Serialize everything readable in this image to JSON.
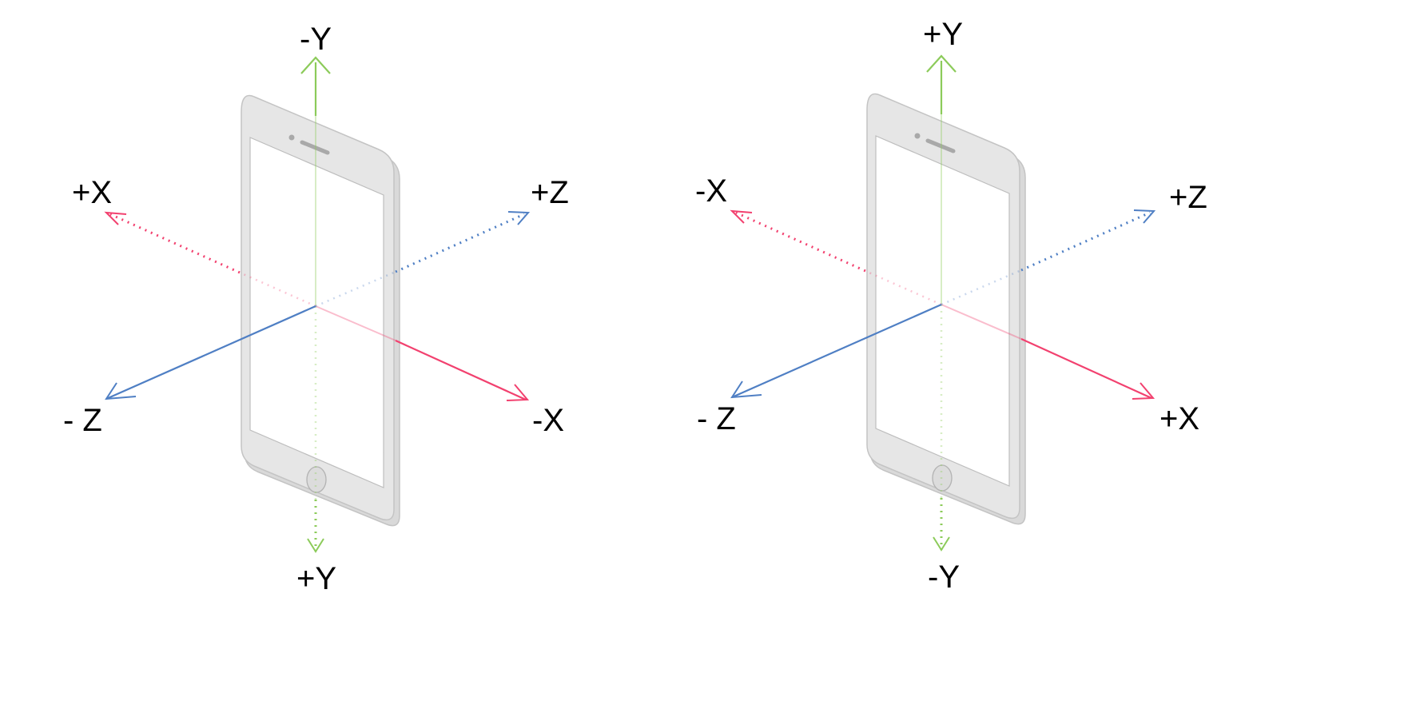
{
  "colors": {
    "x_axis": "#f2416f",
    "y_axis": "#8ccb5a",
    "z_axis": "#4f7fc4",
    "phone_body": "#e4e4e4",
    "phone_outline": "#c4c4c4",
    "phone_screen": "#ffffff",
    "text": "#000000"
  },
  "diagrams": [
    {
      "labels": {
        "top_y": "-Y",
        "bottom_y": "+Y",
        "upper_left_x": "+X",
        "lower_right_x": "-X",
        "upper_right_z": "+Z",
        "lower_left_z": "- Z"
      }
    },
    {
      "labels": {
        "top_y": "+Y",
        "bottom_y": "-Y",
        "upper_left_x": "-X",
        "lower_right_x": "+X",
        "upper_right_z": "+Z",
        "lower_left_z": "- Z"
      }
    }
  ]
}
